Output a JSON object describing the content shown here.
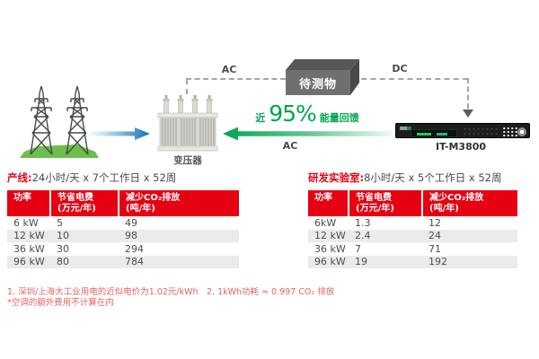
{
  "diagram": {
    "transformer_label": "变压器",
    "dut_label": "待测物",
    "device_label": "IT-M3800",
    "ac_top_label": "AC",
    "dc_label": "DC",
    "ac_return_label": "AC",
    "recovery_prefix": "近",
    "recovery_percent": "95%",
    "recovery_suffix": "能量回馈"
  },
  "tables": [
    {
      "title_highlight": "产线:",
      "title_rest": "24小时/天 x 7个工作日 x 52周",
      "col1_header": "功率",
      "col2_header_line1": "节省电费",
      "col2_header_line2": "(万元/年)",
      "col3_header_line1": "减少CO₂排放",
      "col3_header_line2": "(吨/年)",
      "rows": [
        [
          "6 kW",
          "5",
          "49"
        ],
        [
          "12 kW",
          "10",
          "98"
        ],
        [
          "36 kW",
          "30",
          "294"
        ],
        [
          "96 kW",
          "80",
          "784"
        ]
      ]
    },
    {
      "title_highlight": "研发实验室:",
      "title_rest": "8小时/天 x 5个工作日 x 52周",
      "col1_header": "功率",
      "col2_header_line1": "节省电费",
      "col2_header_line2": "(万元/年)",
      "col3_header_line1": "减少CO₂排放",
      "col3_header_line2": "(吨/年)",
      "rows": [
        [
          "6kW",
          "1.3",
          "12"
        ],
        [
          "12 kW",
          "2.4",
          "24"
        ],
        [
          "36 kW",
          "7",
          "71"
        ],
        [
          "96 kW",
          "19",
          "192"
        ]
      ]
    }
  ],
  "footnotes": {
    "note1": "1. 深圳/上海大工业用电的近似电价为1.02元/kWh",
    "note2": "2. 1kWh功耗 ≈ 0.997 CO₂ 排放",
    "note3": "*空调的额外费用不计算在内"
  },
  "colors": {
    "brand_red": "#e60012",
    "accent_green": "#00a651",
    "accent_blue": "#1173b5",
    "footnote_red": "#e66161"
  }
}
